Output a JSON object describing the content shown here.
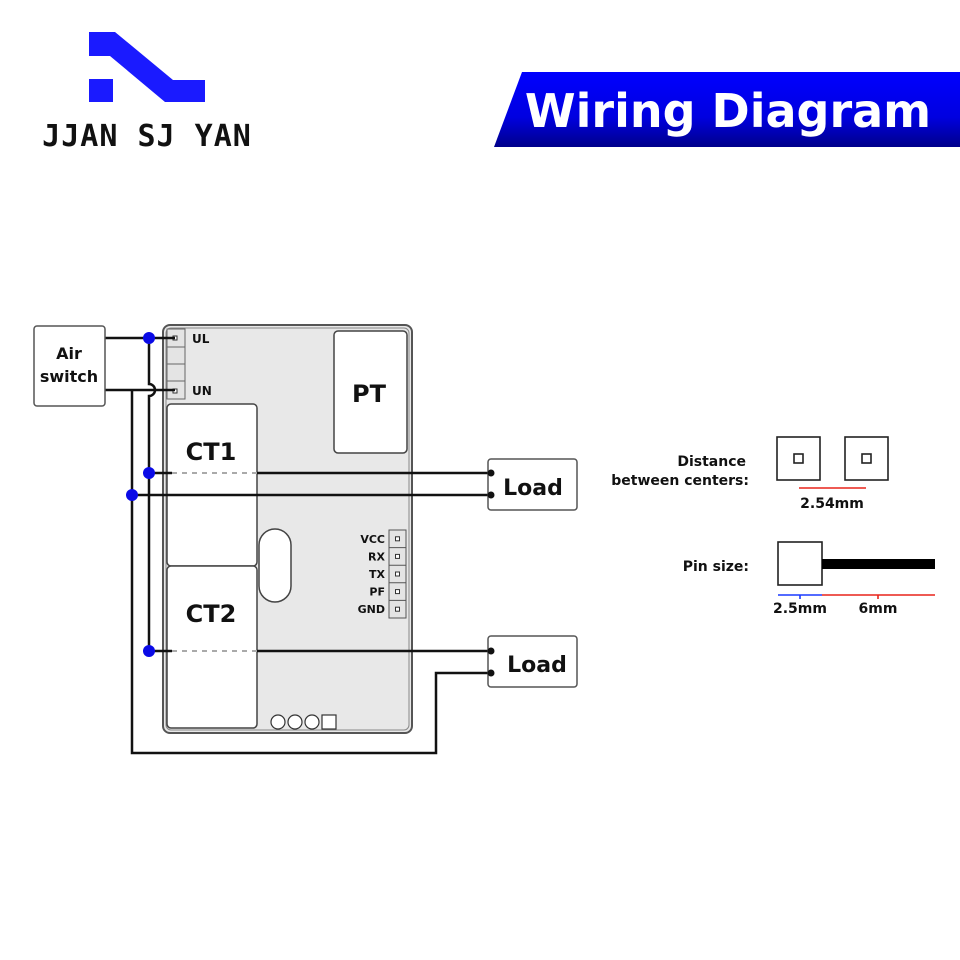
{
  "brand": {
    "name": "JJAN SJ YAN",
    "logo_color": "#1a1aff"
  },
  "header": {
    "title": "Wiring Diagram",
    "banner_color_top": "#0000ff",
    "banner_color_bottom": "#000099"
  },
  "diagram": {
    "air_switch": {
      "line1": "Air",
      "line2": "switch"
    },
    "module": {
      "terminals": {
        "ul": "UL",
        "un": "UN"
      },
      "pt": "PT",
      "ct1": "CT1",
      "ct2": "CT2",
      "pins": [
        "VCC",
        "RX",
        "TX",
        "PF",
        "GND"
      ]
    },
    "loads": [
      {
        "label": "Load"
      },
      {
        "label": "Load"
      }
    ],
    "junction_color": "#0a0ae6"
  },
  "specs": {
    "distance": {
      "label_line1": "Distance",
      "label_line2": "between centers:",
      "value": "2.54mm",
      "dim_color": "#e8231a"
    },
    "pin_size": {
      "label": "Pin size:",
      "head_value": "2.5mm",
      "head_color": "#1a3aff",
      "pin_value": "6mm",
      "pin_color": "#e8231a"
    }
  }
}
